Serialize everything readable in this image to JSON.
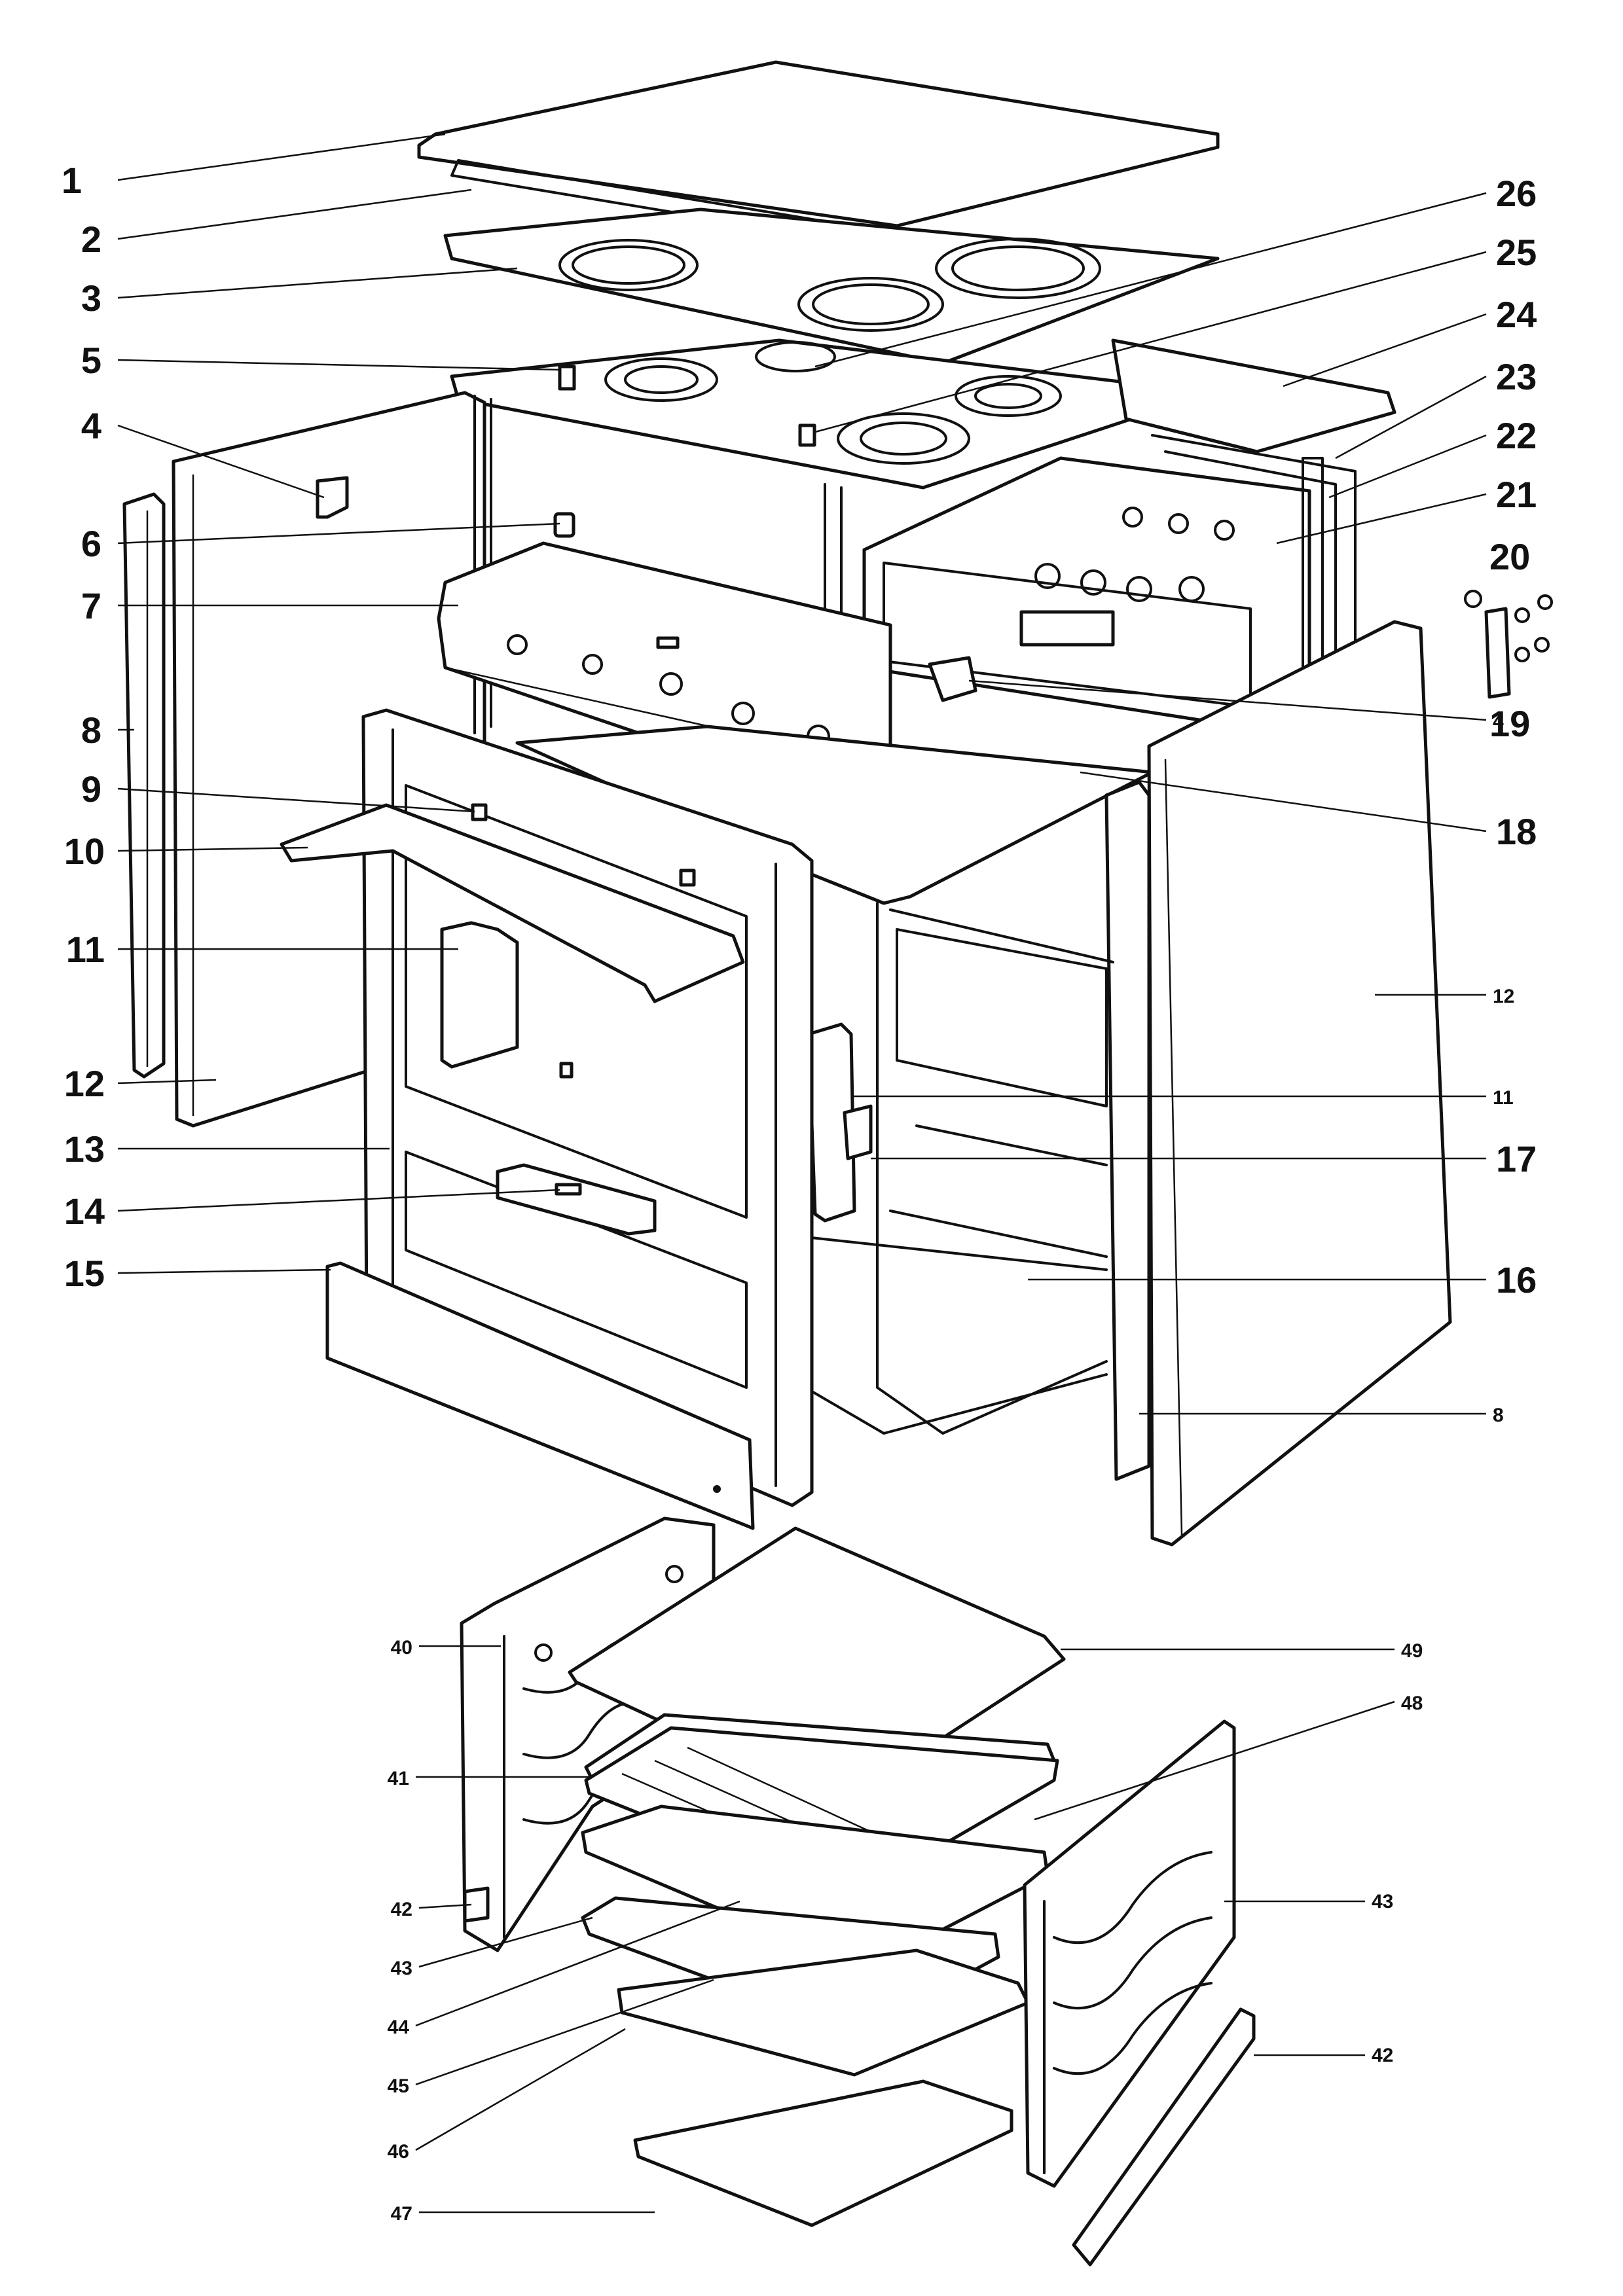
{
  "callouts": [
    {
      "id": "c1",
      "text": "1"
    },
    {
      "id": "c2",
      "text": "2"
    },
    {
      "id": "c3",
      "text": "3"
    },
    {
      "id": "c5",
      "text": "5"
    },
    {
      "id": "c4a",
      "text": "4"
    },
    {
      "id": "c6",
      "text": "6"
    },
    {
      "id": "c7",
      "text": "7"
    },
    {
      "id": "c8a",
      "text": "8"
    },
    {
      "id": "c9",
      "text": "9"
    },
    {
      "id": "c10",
      "text": "10"
    },
    {
      "id": "c11a",
      "text": "11"
    },
    {
      "id": "c12a",
      "text": "12"
    },
    {
      "id": "c13",
      "text": "13"
    },
    {
      "id": "c14",
      "text": "14"
    },
    {
      "id": "c15",
      "text": "15"
    },
    {
      "id": "c26",
      "text": "26"
    },
    {
      "id": "c25",
      "text": "25"
    },
    {
      "id": "c24",
      "text": "24"
    },
    {
      "id": "c23",
      "text": "23"
    },
    {
      "id": "c22",
      "text": "22"
    },
    {
      "id": "c21",
      "text": "21"
    },
    {
      "id": "c20",
      "text": "20"
    },
    {
      "id": "c19",
      "text": "19"
    },
    {
      "id": "c4b",
      "text": "4"
    },
    {
      "id": "c18",
      "text": "18"
    },
    {
      "id": "c12b",
      "text": "12"
    },
    {
      "id": "c11b",
      "text": "11"
    },
    {
      "id": "c17",
      "text": "17"
    },
    {
      "id": "c16",
      "text": "16"
    },
    {
      "id": "c8b",
      "text": "8"
    },
    {
      "id": "c40",
      "text": "40"
    },
    {
      "id": "c41",
      "text": "41"
    },
    {
      "id": "c42a",
      "text": "42"
    },
    {
      "id": "c43a",
      "text": "43"
    },
    {
      "id": "c44",
      "text": "44"
    },
    {
      "id": "c45",
      "text": "45"
    },
    {
      "id": "c46",
      "text": "46"
    },
    {
      "id": "c47",
      "text": "47"
    },
    {
      "id": "c49",
      "text": "49"
    },
    {
      "id": "c48",
      "text": "48"
    },
    {
      "id": "c43b",
      "text": "43"
    },
    {
      "id": "c42b",
      "text": "42"
    }
  ]
}
